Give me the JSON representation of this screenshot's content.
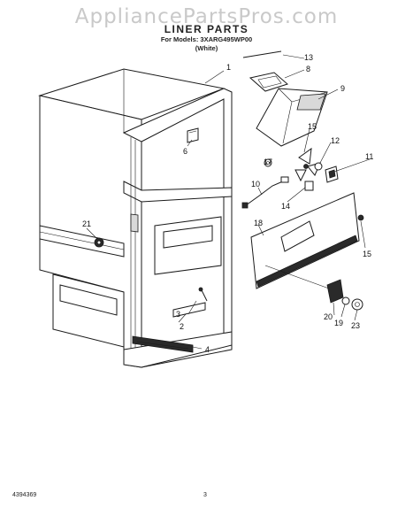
{
  "watermark": "AppliancePartsPros.com",
  "header": {
    "title": "LINER PARTS",
    "models_line": "For Models: 3XARG495WP00",
    "color_line": "(White)"
  },
  "footer": {
    "doc_number": "4394369",
    "page_number": "3"
  },
  "callouts": [
    {
      "id": "c1",
      "label": "1"
    },
    {
      "id": "c2",
      "label": "2"
    },
    {
      "id": "c3",
      "label": "3"
    },
    {
      "id": "c4",
      "label": "4"
    },
    {
      "id": "c6",
      "label": "6"
    },
    {
      "id": "c8",
      "label": "8"
    },
    {
      "id": "c9",
      "label": "9"
    },
    {
      "id": "c10",
      "label": "10"
    },
    {
      "id": "c11",
      "label": "11"
    },
    {
      "id": "c12",
      "label": "12"
    },
    {
      "id": "c13",
      "label": "13"
    },
    {
      "id": "c14",
      "label": "14"
    },
    {
      "id": "c15a",
      "label": "15"
    },
    {
      "id": "c15b",
      "label": "15"
    },
    {
      "id": "c17",
      "label": "17"
    },
    {
      "id": "c18",
      "label": "18"
    },
    {
      "id": "c19",
      "label": "19"
    },
    {
      "id": "c20",
      "label": "20"
    },
    {
      "id": "c21",
      "label": "21"
    },
    {
      "id": "c23",
      "label": "23"
    }
  ]
}
